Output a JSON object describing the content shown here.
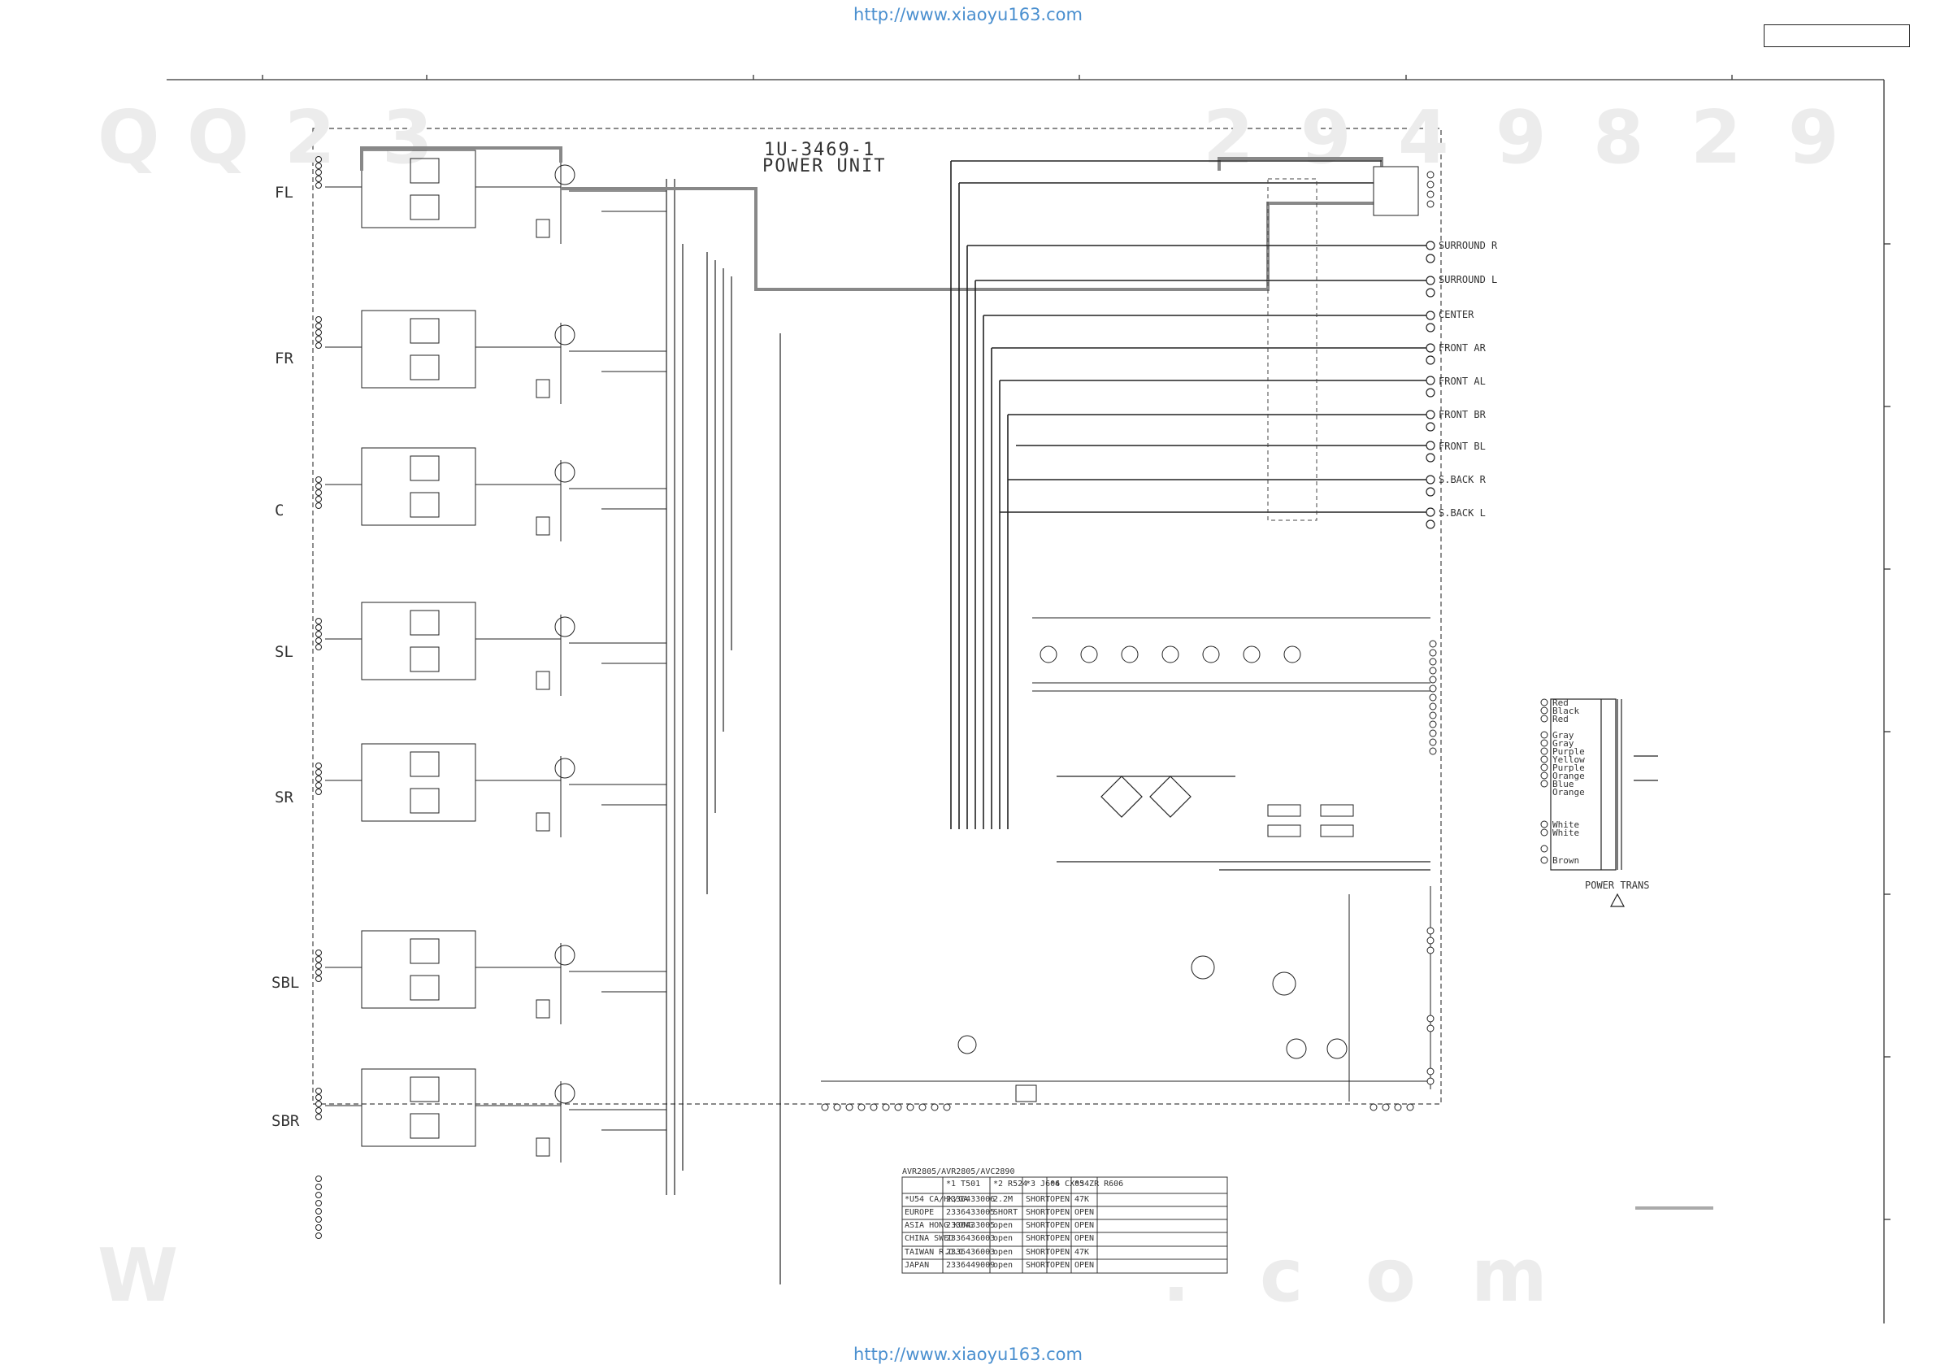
{
  "header": {
    "url_top": "http://www.xiaoyu163.com",
    "url_bottom": "http://www.xiaoyu163.com"
  },
  "title": {
    "line1": "1U-3469-1",
    "line2": "POWER UNIT"
  },
  "channels": [
    "FL",
    "FR",
    "C",
    "SL",
    "SR",
    "SBL",
    "SBR"
  ],
  "outputs": [
    "SURROUND R",
    "SURROUND L",
    "CENTER",
    "FRONT AR",
    "FRONT AL",
    "FRONT BR",
    "FRONT BL",
    "S.BACK R",
    "S.BACK L"
  ],
  "connect_labels": [
    "Red",
    "Black",
    "Red",
    "Gray",
    "Gray",
    "Purple",
    "Yellow",
    "Purple",
    "Orange",
    "Blue",
    "Orange",
    "White",
    "White",
    "Brown"
  ],
  "power_trans_label": "POWER TRANS",
  "model_table": {
    "title": "AVR2805/AVR2805/AVC2890",
    "head": [
      "",
      "*1\nT501",
      "*2\nR524",
      "*3\nJ606",
      "*4\nCX034",
      "*5 ZR\nR606"
    ],
    "rows": [
      [
        "*U54\nCA/HK/GA",
        "2336433006",
        "2.2M",
        "SHORT",
        "OPEN",
        "47K"
      ],
      [
        "EUROPE",
        "2336433005",
        "SHORT",
        "SHORT",
        "OPEN",
        "OPEN"
      ],
      [
        "ASIA\nHONG KONG",
        "2336433005",
        "open",
        "SHORT",
        "OPEN",
        "OPEN"
      ],
      [
        "CHINA\nSWED",
        "2336436003",
        "open",
        "SHORT",
        "OPEN",
        "OPEN"
      ],
      [
        "TAIWAN R.O.C",
        "2336436003",
        "open",
        "SHORT",
        "OPEN",
        "47K"
      ],
      [
        "JAPAN",
        "2336449009",
        "open",
        "SHORT",
        "OPEN",
        "OPEN"
      ]
    ]
  }
}
